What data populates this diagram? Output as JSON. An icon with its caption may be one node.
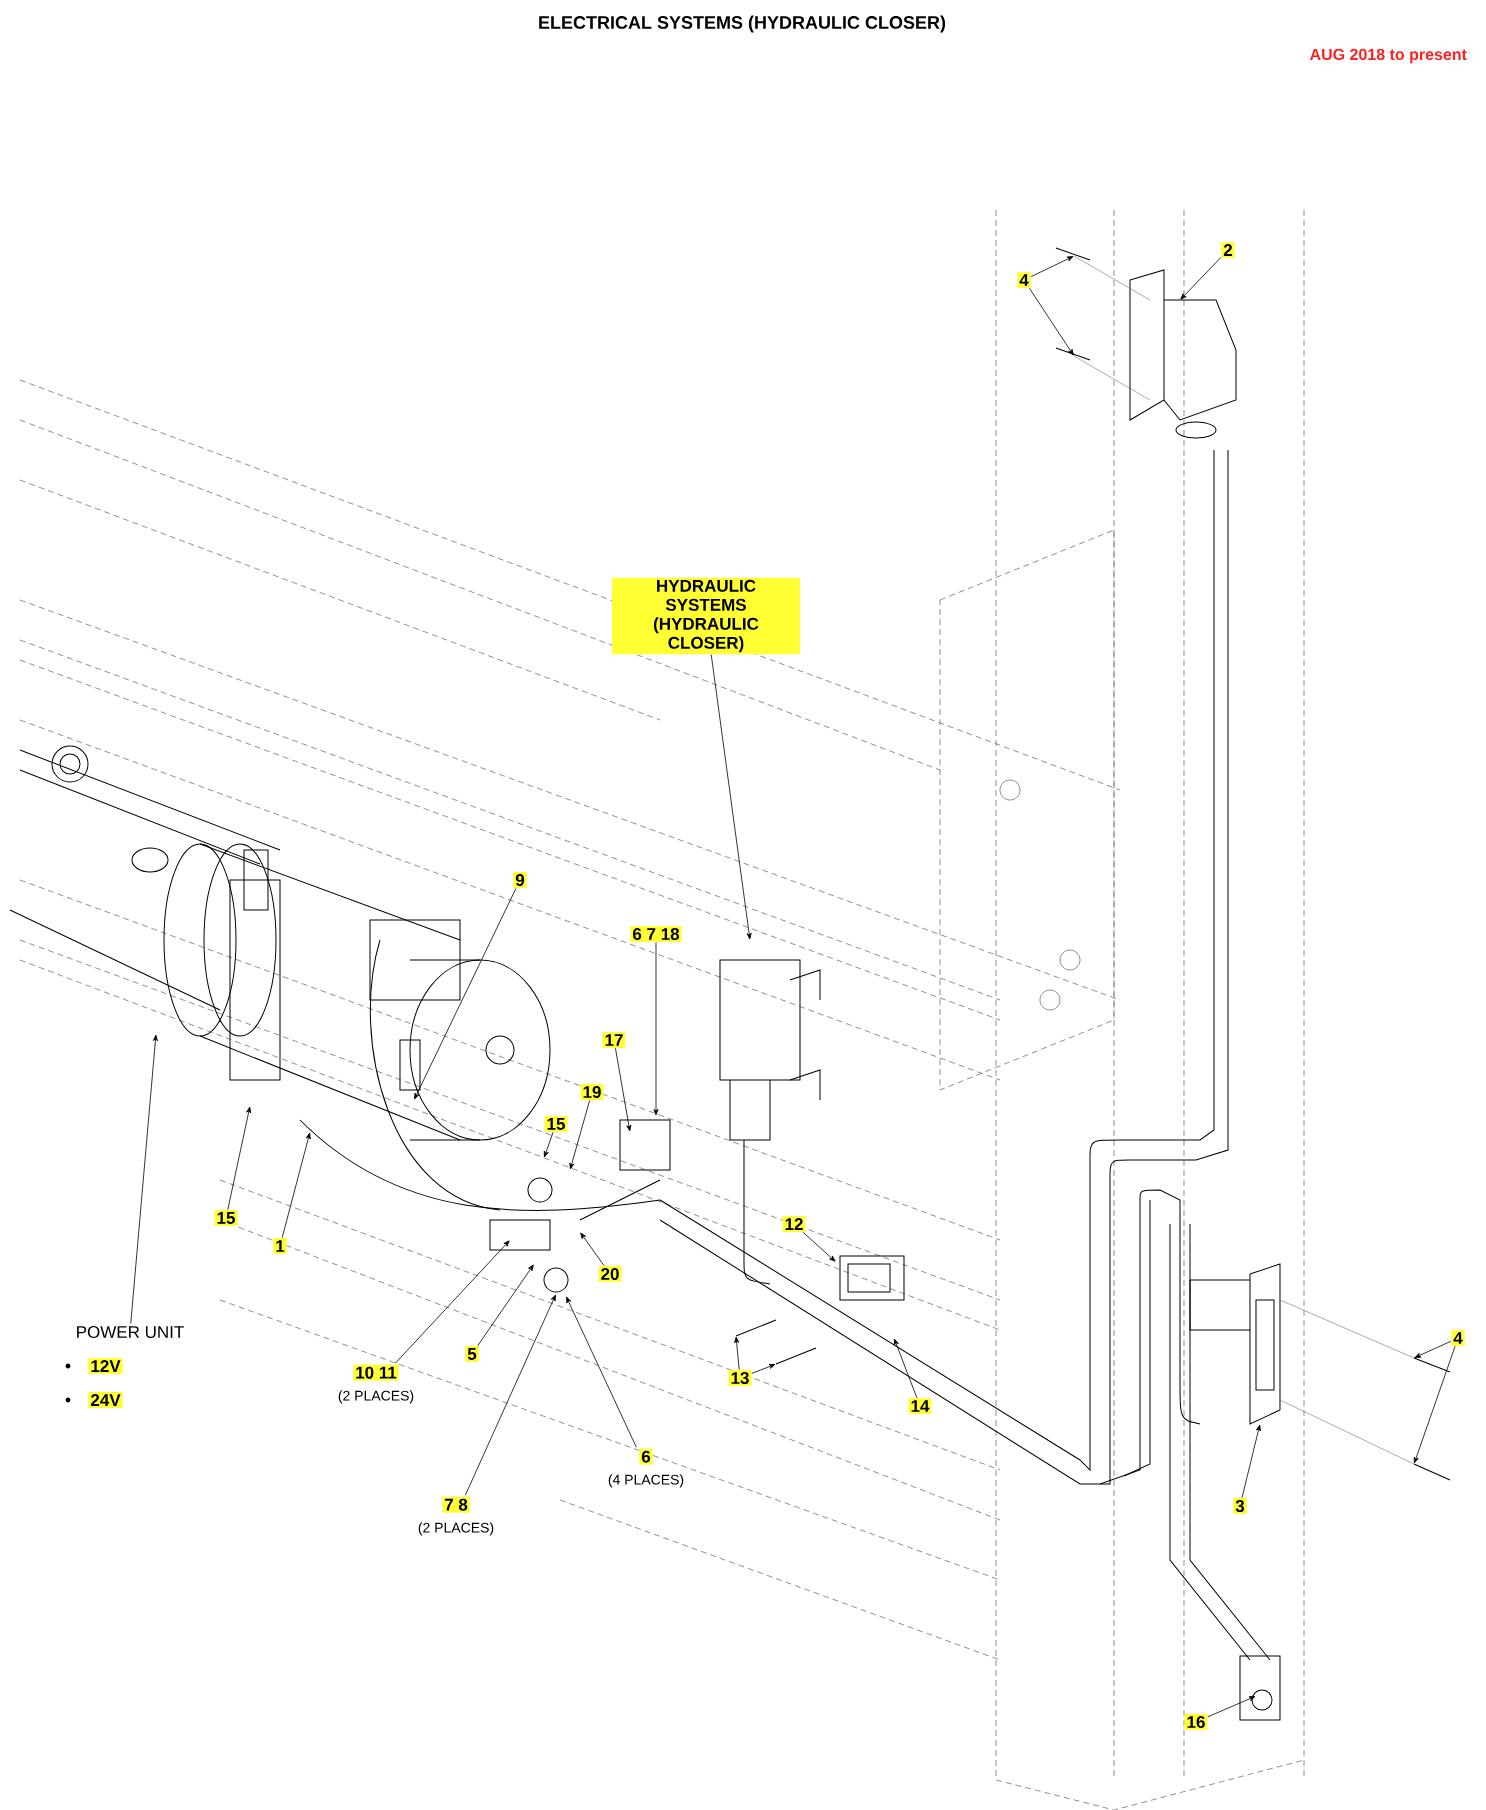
{
  "diagram": {
    "title": "ELECTRICAL SYSTEMS (HYDRAULIC CLOSER)",
    "nodes": [
      {
        "text": [
          "2"
        ]
      },
      {
        "text": [
          "4"
        ]
      },
      {
        "text": [
          "HYDRAULIC SYSTEMS (HYDRAULIC CLOSER)"
        ]
      },
      {
        "text": [
          "9"
        ]
      },
      {
        "text": [
          "6 7 18"
        ]
      },
      {
        "text": [
          "17"
        ]
      },
      {
        "text": [
          "19"
        ]
      },
      {
        "text": [
          "15"
        ]
      },
      {
        "text": [
          "15"
        ]
      },
      {
        "text": [
          "1"
        ]
      },
      {
        "text": [
          "20"
        ]
      },
      {
        "text": [
          "5"
        ]
      },
      {
        "text": [
          "10 11",
          "(2 PLACES)"
        ]
      },
      {
        "text": [
          "6",
          "(4 PLACES)"
        ]
      },
      {
        "text": [
          "7 8",
          "(2 PLACES)"
        ]
      },
      {
        "text": [
          "12"
        ]
      },
      {
        "text": [
          "13"
        ]
      },
      {
        "text": [
          "14"
        ]
      },
      {
        "text": [
          "4"
        ]
      },
      {
        "text": [
          "3"
        ]
      },
      {
        "text": [
          "16"
        ]
      },
      {
        "text": [
          "POWER UNIT"
        ]
      }
    ],
    "edges": [
      {
        "from": 0,
        "to": null,
        "arrow": "to"
      },
      {
        "from": 1,
        "to": null,
        "arrow": "to"
      },
      {
        "from": 1,
        "to": null,
        "arrow": "to"
      },
      {
        "from": 2,
        "to": null,
        "arrow": "to"
      },
      {
        "from": 3,
        "to": null,
        "arrow": "to"
      },
      {
        "from": 4,
        "to": null,
        "arrow": "to"
      },
      {
        "from": 5,
        "to": null,
        "arrow": "to"
      },
      {
        "from": 6,
        "to": null,
        "arrow": "to"
      },
      {
        "from": 7,
        "to": null,
        "arrow": "to"
      },
      {
        "from": 8,
        "to": null,
        "arrow": "to"
      },
      {
        "from": 9,
        "to": null,
        "arrow": "to"
      },
      {
        "from": 10,
        "to": null,
        "arrow": "to"
      },
      {
        "from": 11,
        "to": null,
        "arrow": "to"
      },
      {
        "from": 12,
        "to": null,
        "arrow": "to"
      },
      {
        "from": 13,
        "to": null,
        "arrow": "to"
      },
      {
        "from": 14,
        "to": null,
        "arrow": "to"
      },
      {
        "from": 15,
        "to": null,
        "arrow": "to"
      },
      {
        "from": 16,
        "to": null,
        "arrow": "to"
      },
      {
        "from": 16,
        "to": null,
        "arrow": "to"
      },
      {
        "from": 17,
        "to": null,
        "arrow": "to"
      },
      {
        "from": 18,
        "to": null,
        "arrow": "to"
      },
      {
        "from": 18,
        "to": null,
        "arrow": "to"
      },
      {
        "from": 19,
        "to": null,
        "arrow": "to"
      },
      {
        "from": 20,
        "to": null,
        "arrow": "to"
      },
      {
        "from": 21,
        "to": null,
        "arrow": "to"
      }
    ],
    "labels": [
      "AUG 2018 to present",
      "12V",
      "24V"
    ]
  }
}
